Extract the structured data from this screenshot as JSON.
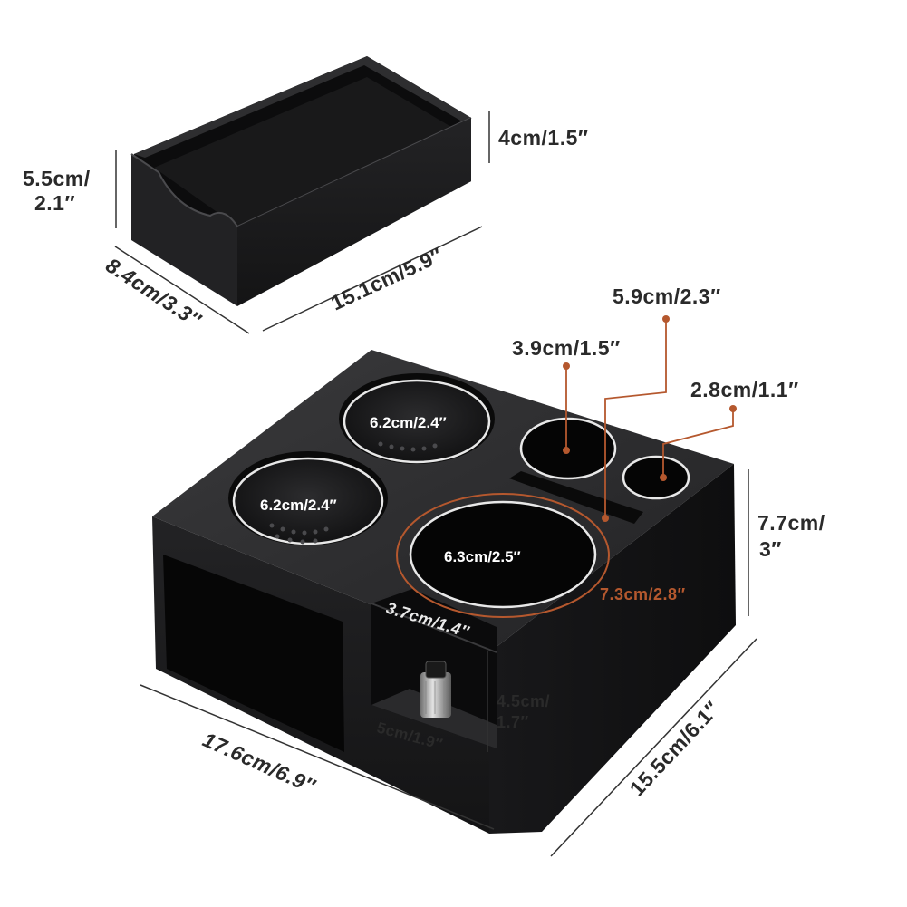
{
  "image": {
    "subject": "coffee tamping station with removable knock box drawer",
    "background_color": "#ffffff",
    "product_color": "#1c1c1d",
    "accent_color": "#b5582e"
  },
  "drawer": {
    "height_right": "4cm/1.5″",
    "height_left_line1": "5.5cm/",
    "height_left_line2": "2.1″",
    "width": "8.4cm/3.3″",
    "length": "15.1cm/5.9″"
  },
  "station": {
    "slot_total": "5.9cm/2.3″",
    "hole_medium": "3.9cm/1.5″",
    "hole_small": "2.8cm/1.1″",
    "mat_back": "6.2cm/2.4″",
    "mat_front": "6.2cm/2.4″",
    "ring_large": "6.3cm/2.5″",
    "ring_outer": "7.3cm/2.8″",
    "height_line1": "7.7cm/",
    "height_line2": "3″",
    "notch_width": "3.7cm/1.4″",
    "notch_height_line1": "4.5cm/",
    "notch_height_line2": "1.7″",
    "notch_depth": "5cm/1.9″",
    "front_length": "17.6cm/6.9″",
    "side_depth": "15.5cm/6.1″"
  }
}
